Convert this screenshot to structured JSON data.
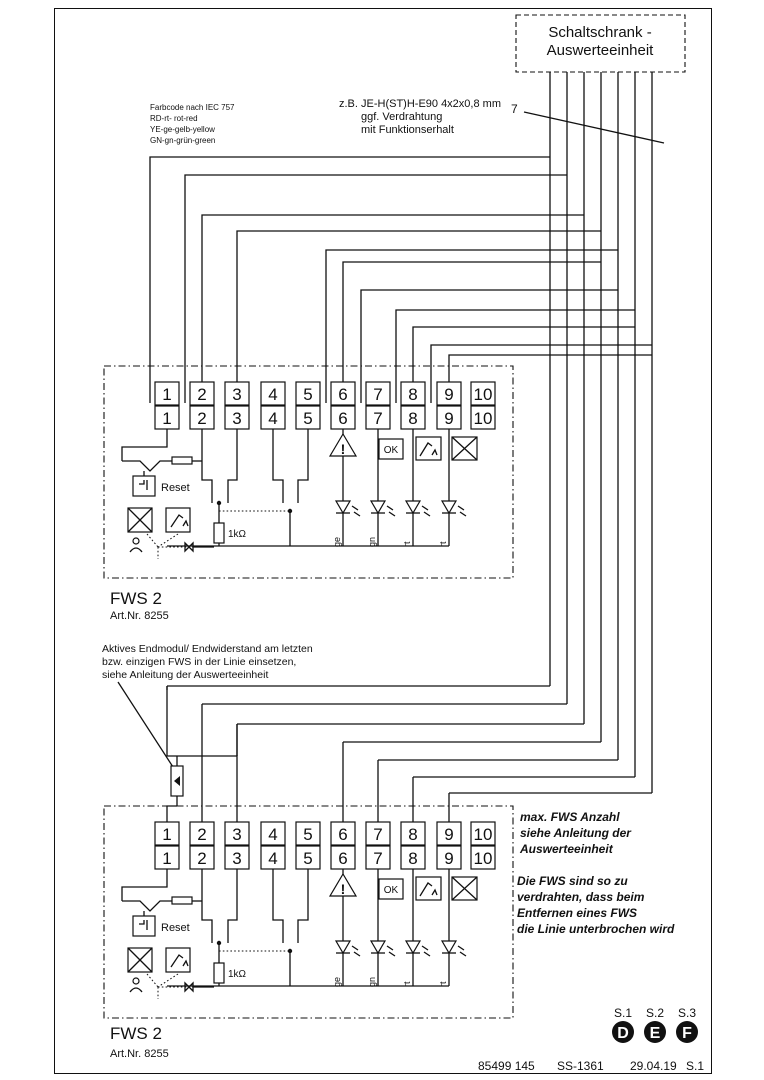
{
  "cabinet": {
    "line1": "Schaltschrank -",
    "line2": "Auswerteeinheit"
  },
  "cable": {
    "type": "z.B. JE-H(ST)H-E90 4x2x0,8 mm",
    "note1": "ggf. Verdrahtung",
    "note2": "mit Funktionserhalt",
    "count": "7"
  },
  "colorcode": {
    "title": "Farbcode nach IEC 757",
    "lines": [
      "RD-rt- rot-red",
      "YE-ge-gelb-yellow",
      "GN-gn-grün-green"
    ]
  },
  "terminals": [
    "1",
    "2",
    "3",
    "4",
    "5",
    "6",
    "7",
    "8",
    "9",
    "10"
  ],
  "module": {
    "name": "FWS 2",
    "artnr": "Art.Nr. 8255",
    "reset": "Reset",
    "resistor": "1kΩ",
    "ok": "OK",
    "led_labels": [
      "ge",
      "gn",
      "rt",
      "rt"
    ]
  },
  "endmodule_note": [
    "Aktives Endmodul/ Endwiderstand am letzten",
    "bzw. einzigen FWS in der Linie einsetzen,",
    "siehe Anleitung der Auswerteeinheit"
  ],
  "maxnote": [
    "max. FWS Anzahl",
    "siehe Anleitung der",
    "Auswerteeinheit"
  ],
  "wiringnote": [
    "Die FWS sind so zu",
    "verdrahten, dass beim",
    "Entfernen eines FWS",
    "die Linie unterbrochen wird"
  ],
  "pages": [
    {
      "label": "S.1",
      "letter": "D"
    },
    {
      "label": "S.2",
      "letter": "E"
    },
    {
      "label": "S.3",
      "letter": "F"
    }
  ],
  "footer": {
    "docno": "85499 145",
    "code": "SS-1361",
    "date": "29.04.19",
    "page": "S.1"
  }
}
